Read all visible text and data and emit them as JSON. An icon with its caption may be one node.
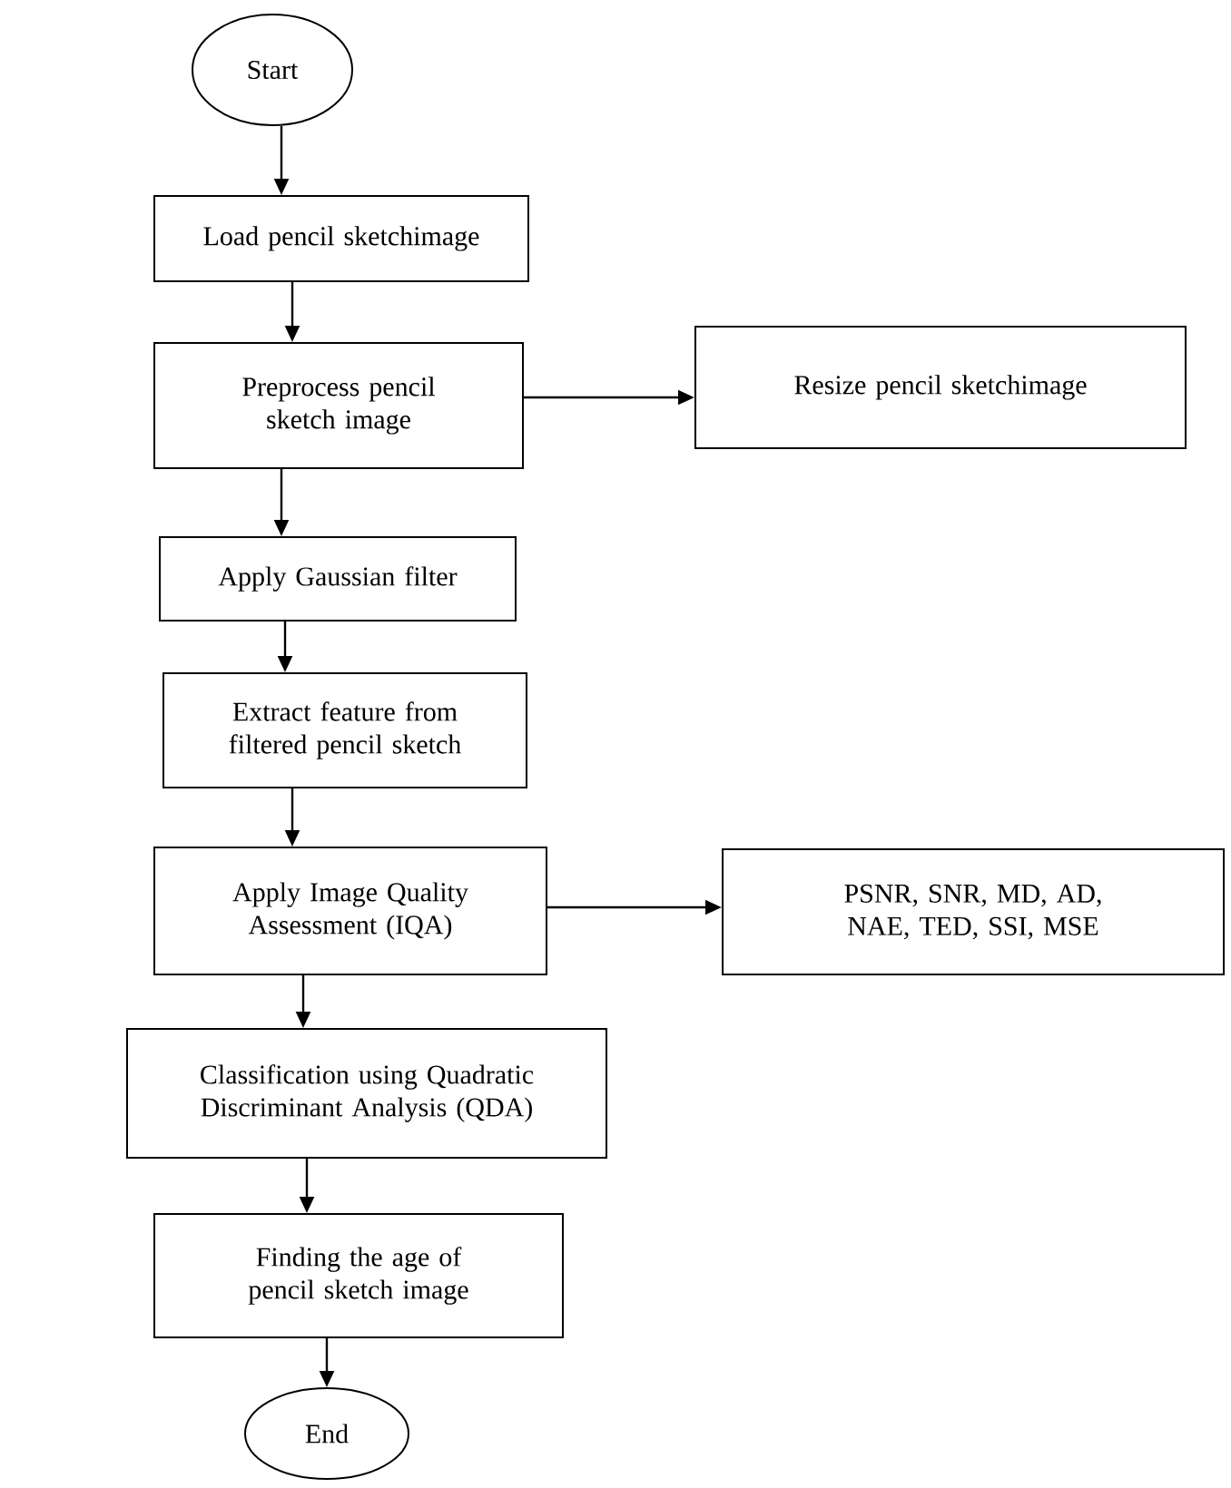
{
  "diagram": {
    "nodes": [
      {
        "text": [
          "Start"
        ]
      },
      {
        "text": [
          "Load pencil sketchimage"
        ]
      },
      {
        "text": [
          "Preprocess pencil sketch image"
        ]
      },
      {
        "text": [
          "Resize pencil sketchimage"
        ]
      },
      {
        "text": [
          "Apply Gaussian filter"
        ]
      },
      {
        "text": [
          "Extract feature from filtered pencil sketch"
        ]
      },
      {
        "text": [
          "Apply Image Quality Assessment (IQA)"
        ]
      },
      {
        "text": [
          "PSNR, SNR, MD, AD, NAE, TED, SSI, MSE"
        ]
      },
      {
        "text": [
          "Classification using Quadratic Discriminant Analysis (QDA)"
        ]
      },
      {
        "text": [
          "Finding the age of pencil sketch image"
        ]
      },
      {
        "text": [
          "End"
        ]
      }
    ],
    "edges": [
      {
        "from": 0,
        "to": 1,
        "arrow": "to"
      },
      {
        "from": 1,
        "to": 2,
        "arrow": "to"
      },
      {
        "from": 2,
        "to": 3,
        "arrow": "to"
      },
      {
        "from": 2,
        "to": 4,
        "arrow": "to"
      },
      {
        "from": 4,
        "to": 5,
        "arrow": "to"
      },
      {
        "from": 5,
        "to": 6,
        "arrow": "to"
      },
      {
        "from": 6,
        "to": 7,
        "arrow": "to"
      },
      {
        "from": 6,
        "to": 8,
        "arrow": "to"
      },
      {
        "from": 8,
        "to": 9,
        "arrow": "to"
      },
      {
        "from": 9,
        "to": 10,
        "arrow": "to"
      }
    ]
  }
}
